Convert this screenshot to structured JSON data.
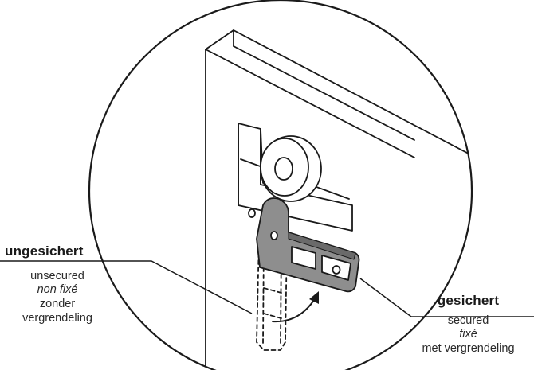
{
  "unsecured_label": {
    "heading": "ungesichert",
    "lines": [
      "unsecured",
      "non fixé",
      "zonder",
      "vergrendeling"
    ]
  },
  "secured_label": {
    "heading": "gesichert",
    "lines": [
      "secured",
      "fixé",
      "met vergrendeling"
    ]
  },
  "colors": {
    "line": "#1a1a1a",
    "latch_fill": "#8a8a8a",
    "latch_dark": "#5e5e5e",
    "background": "#ffffff"
  }
}
